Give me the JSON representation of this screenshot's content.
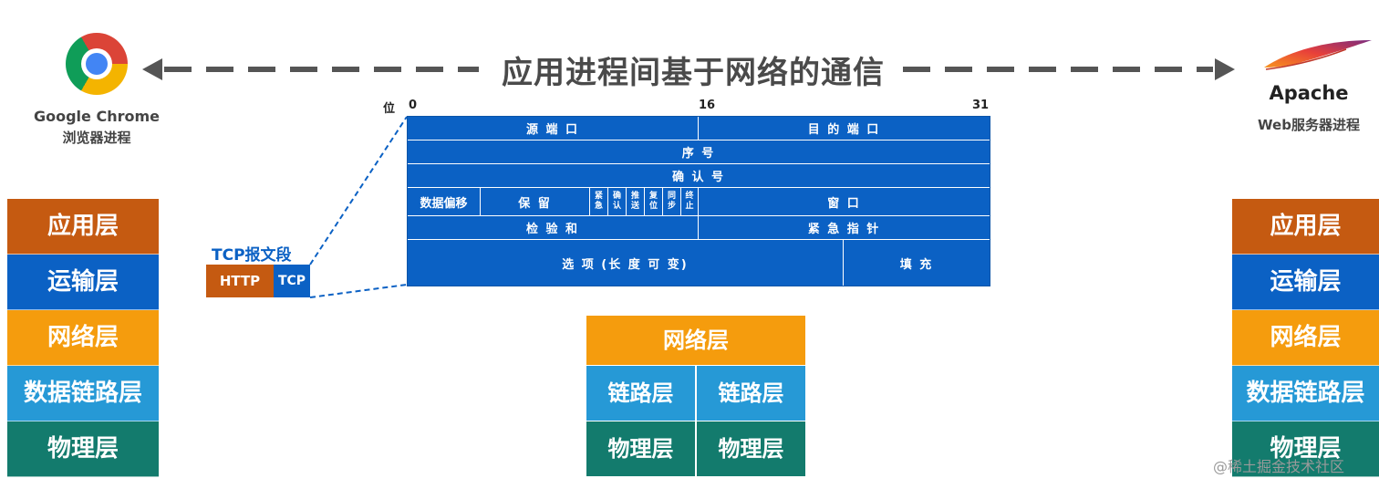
{
  "title": "应用进程间基于网络的通信",
  "left_host": {
    "app_name": "Google Chrome",
    "app_desc": "浏览器进程",
    "icon": "chrome-icon",
    "layers": [
      "应用层",
      "运输层",
      "网络层",
      "数据链路层",
      "物理层"
    ]
  },
  "right_host": {
    "app_name": "Apache",
    "app_desc": "Web服务器进程",
    "icon": "apache-feather-icon",
    "layers": [
      "应用层",
      "运输层",
      "网络层",
      "数据链路层",
      "物理层"
    ]
  },
  "segment": {
    "title": "TCP报文段",
    "parts": [
      "HTTP",
      "TCP"
    ]
  },
  "bit_header": {
    "label": "位",
    "b0": "0",
    "b16": "16",
    "b31": "31"
  },
  "tcp_header": {
    "src_port": "源 端 口",
    "dst_port": "目 的 端 口",
    "seq": "序 号",
    "ack": "确 认 号",
    "offset": "数据偏移",
    "reserved": "保    留",
    "flags": [
      "紧急",
      "确认",
      "推送",
      "复位",
      "同步",
      "终止"
    ],
    "window": "窗    口",
    "checksum": "检 验 和",
    "urgent_ptr": "紧 急 指 针",
    "options": "选  项 (长 度 可 变)",
    "padding": "填    充"
  },
  "router": {
    "network": "网络层",
    "link_left": "链路层",
    "link_right": "链路层",
    "phy_left": "物理层",
    "phy_right": "物理层"
  },
  "colors": {
    "application": "#c55a11",
    "transport": "#0b61c4",
    "network": "#f59c0d",
    "datalink": "#2699d6",
    "physical": "#137b6d"
  },
  "watermark": "@稀土掘金技术社区"
}
